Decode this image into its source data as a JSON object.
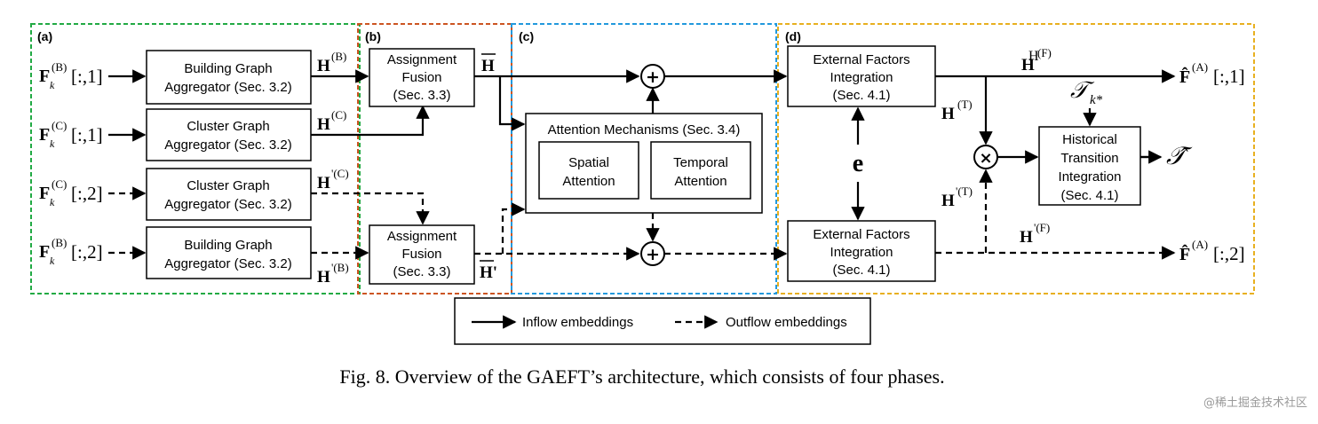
{
  "panels": {
    "a": "(a)",
    "b": "(b)",
    "c": "(c)",
    "d": "(d)"
  },
  "colors": {
    "panel_a": "#22aa44",
    "panel_b": "#cc5522",
    "panel_c": "#2299dd",
    "panel_d": "#e8b020"
  },
  "inputs": {
    "in1_sup": "(B)",
    "in1_idx": "[:,1]",
    "in2_sup": "(C)",
    "in2_idx": "[:,1]",
    "in3_sup": "(C)",
    "in3_idx": "[:,2]",
    "in4_sup": "(B)",
    "in4_idx": "[:,2]",
    "base": "F",
    "sub": "k"
  },
  "boxes": {
    "agg1": [
      "Building Graph",
      "Aggregator (Sec. 3.2)"
    ],
    "agg2": [
      "Cluster Graph",
      "Aggregator (Sec. 3.2)"
    ],
    "agg3": [
      "Cluster Graph",
      "Aggregator (Sec. 3.2)"
    ],
    "agg4": [
      "Building Graph",
      "Aggregator (Sec. 3.2)"
    ],
    "fusion1": [
      "Assignment",
      "Fusion",
      "(Sec. 3.3)"
    ],
    "fusion2": [
      "Assignment",
      "Fusion",
      "(Sec. 3.3)"
    ],
    "attention_title": "Attention Mechanisms (Sec. 3.4)",
    "spatial": [
      "Spatial",
      "Attention"
    ],
    "temporal": [
      "Temporal",
      "Attention"
    ],
    "ext1": [
      "External Factors",
      "Integration",
      "(Sec. 4.1)"
    ],
    "ext2": [
      "External Factors",
      "Integration",
      "(Sec. 4.1)"
    ],
    "hist": [
      "Historical",
      "Transition",
      "Integration",
      "(Sec. 4.1)"
    ]
  },
  "symbols": {
    "H": "H",
    "HB": "(B)",
    "HC": "(C)",
    "HpC": "'(C)",
    "HpB": "'(B)",
    "Hbar": "H",
    "Hbar_prime": "H'",
    "HF_sup": "(F)",
    "HT_sup": "(T)",
    "HpT_sup": "'(T)",
    "HpF_sup": "'(F)",
    "e": "e",
    "plus": "+",
    "times": "×",
    "T_k": "𝒯",
    "T_k_sub": "k*",
    "T_hat": "𝒯̂",
    "F_hat": "F̂",
    "out_sup": "(A)",
    "out1_idx": "[:,1]",
    "out2_idx": "[:,2]"
  },
  "legend": {
    "inflow": "Inflow embeddings",
    "outflow": "Outflow embeddings"
  },
  "caption": "Fig. 8.  Overview of the GAEFT’s architecture, which consists of four phases.",
  "watermark": "@稀土掘金技术社区"
}
